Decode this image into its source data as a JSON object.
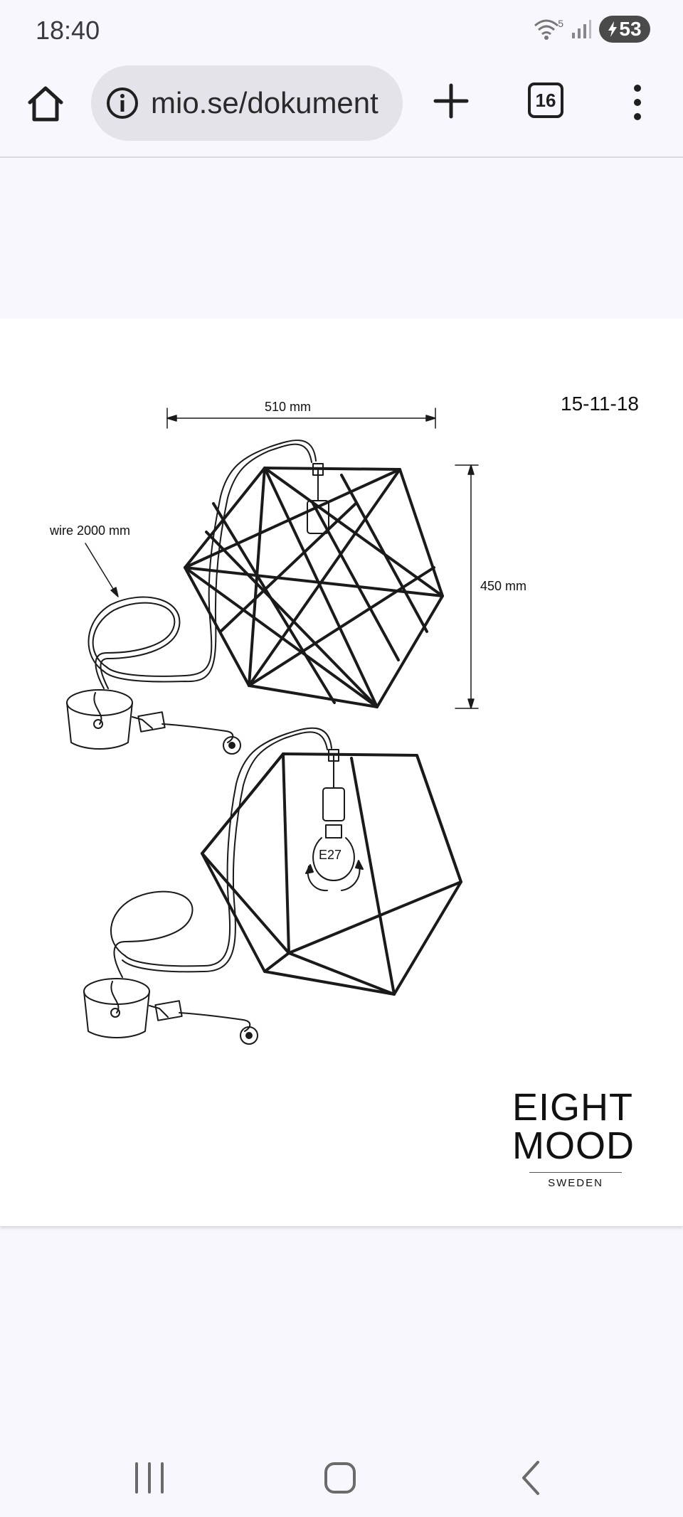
{
  "status_bar": {
    "time": "18:40",
    "battery": "53",
    "signal_badge": "5"
  },
  "browser": {
    "url": "mio.se/dokument",
    "tab_count": "16"
  },
  "document": {
    "date": "15-11-18",
    "width_label": "510 mm",
    "height_label": "450 mm",
    "wire_label": "wire 2000 mm",
    "bulb_label": "E27",
    "brand_line1": "EIGHT",
    "brand_line2": "MOOD",
    "brand_sub": "SWEDEN"
  },
  "colors": {
    "page_bg": "#f8f7fd",
    "url_bar": "#e4e3ea",
    "ink": "#1f1f1f"
  }
}
